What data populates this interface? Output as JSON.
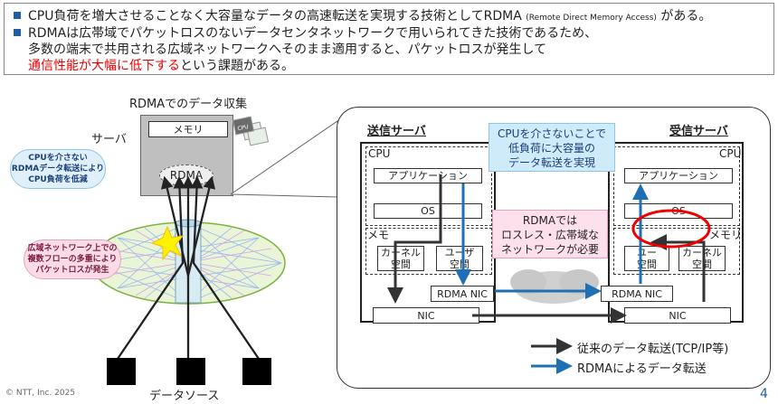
{
  "header": {
    "line1": "CPU負荷を増大させることなく大容量なデータの高速転送を実現する技術としてRDMA",
    "line1_small": "(Remote Direct Memory Access)",
    "line1_tail": "がある。",
    "line2": "RDMAは広帯域でパケットロスのないデータセンタネットワークで用いられてきた技術であるため、",
    "line3": "多数の端末で共用される広域ネットワークへそのまま適用すると、パケットロスが発生して",
    "line4_red": "通信性能が大幅に低下する",
    "line4_tail": "という課題がある。"
  },
  "left": {
    "title": "RDMAでのデータ収集",
    "server_label": "サーバ",
    "memory": "メモリ",
    "rdma": "RDMA",
    "cpu_chip": "CPU",
    "bubble_blue": "CPUを介さない\nRDMAデータ転送により\nCPU負荷を低減",
    "bubble_red": "広域ネットワーク上での\n複数フローの多重により\nパケットロスが発生",
    "data_source": "データソース"
  },
  "right": {
    "sender": "送信サーバ",
    "receiver": "受信サーバ",
    "cpu": "CPU",
    "memory_partial": "メモ",
    "memory_partial_r": "メモリ",
    "app": "アプリケーション",
    "os": "OS",
    "kernel": "カーネル\n空間",
    "user": "ユーザ\n空間",
    "user_r": "ユー\n空間",
    "rdma_nic": "RDMA NIC",
    "nic": "NIC",
    "callout_blue": "CPUを介さないことで\n低負荷に大容量の\nデータ転送を実現",
    "callout_pink": "RDMAでは\nロスレス・広帯域な\nネットワークが必要",
    "legend_black": "従来のデータ転送(TCP/IP等)",
    "legend_blue": "RDMAによるデータ転送"
  },
  "footer": {
    "copyright": "© NTT, Inc.  2025",
    "page": "4"
  },
  "colors": {
    "accent_blue": "#1f5fa8",
    "alert_red": "#e00000",
    "callout_blue": "#cfeaf8",
    "callout_pink": "#fde0ec",
    "bubble_blue": "#dff0fb",
    "bubble_pink": "#fcdbe8"
  }
}
